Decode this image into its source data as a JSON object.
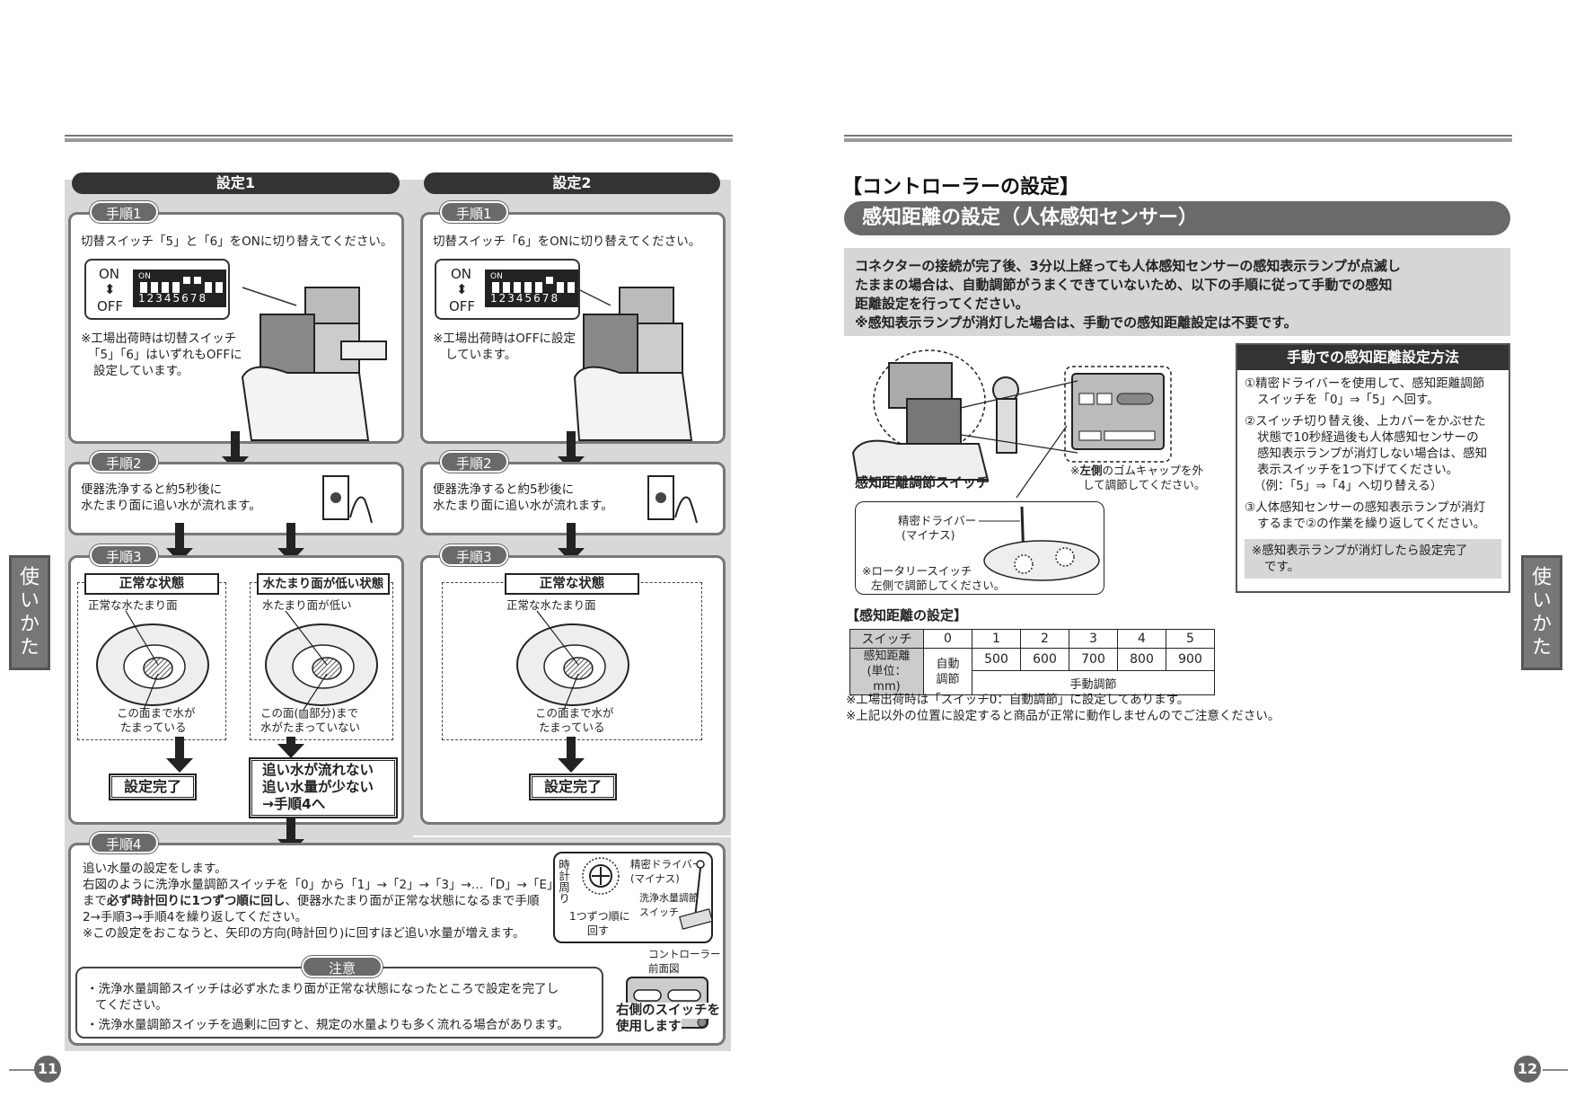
{
  "left": {
    "page_number": "11",
    "side_tab": "使いかた",
    "setting1": {
      "header": "設定1",
      "step1": {
        "tag": "手順1",
        "instruction": "切替スイッチ「5」と「6」をONに切り替えてください。",
        "dip_on": "ON",
        "dip_off": "OFF",
        "dip_label_on": "ON",
        "dip_numbers": "12345678",
        "note_line1": "※工場出荷時は切替スイッチ",
        "note_line2": "「5」「6」はいずれもOFFに",
        "note_line3": "設定しています。"
      },
      "step2": {
        "tag": "手順2",
        "line1": "便器洗浄すると約5秒後に",
        "line2": "水たまり面に追い水が流れます。"
      },
      "step3": {
        "tag": "手順3",
        "normal_label": "正常な状態",
        "normal_caption": "正常な水たまり面",
        "normal_bottom1": "この面まで水が",
        "normal_bottom2": "たまっている",
        "low_label": "水たまり面が低い状態",
        "low_caption": "水たまり面が低い",
        "low_bottom1": "この面(▨部分)まで",
        "low_bottom2": "水がたまっていない",
        "done": "設定完了",
        "next_line1": "追い水が流れない",
        "next_line2": "追い水量が少ない",
        "next_line3": "→手順4へ"
      }
    },
    "setting2": {
      "header": "設定2",
      "step1": {
        "tag": "手順1",
        "instruction": "切替スイッチ「6」をONに切り替えてください。",
        "note_line1": "※工場出荷時はOFFに設定",
        "note_line2": "しています。"
      },
      "step2": {
        "tag": "手順2",
        "line1": "便器洗浄すると約5秒後に",
        "line2": "水たまり面に追い水が流れます。"
      },
      "step3": {
        "tag": "手順3",
        "normal_label": "正常な状態",
        "normal_caption": "正常な水たまり面",
        "normal_bottom1": "この面まで水が",
        "normal_bottom2": "たまっている",
        "done": "設定完了"
      }
    },
    "step4": {
      "tag": "手順4",
      "line1": "追い水量の設定をします。",
      "line2": "右図のように洗浄水量調節スイッチを「0」から「1」→「2」→「3」→…「D」→「E」→「F」",
      "line3a": "まで",
      "line3b": "必ず時計回りに1つずつ順に回し",
      "line3c": "、便器水たまり面が正常な状態になるまで手順",
      "line4": "2→手順3→手順4を繰り返してください。",
      "line5": "※この設定をおこなうと、矢印の方向(時計回り)に回すほど追い水量が増えます。",
      "dial_left": "時計周り",
      "dial_bottom1": "1つずつ順に",
      "dial_bottom2": "回す",
      "driver_label1": "精密ドライバー",
      "driver_label2": "(マイナス)",
      "switch_label1": "洗浄水量調節",
      "switch_label2": "スイッチ",
      "controller1": "コントローラー",
      "controller2": "前面図",
      "use_right1": "右側のスイッチを",
      "use_right2": "使用します",
      "caution_tag": "注意",
      "caution1a": "・洗浄水量調節スイッチは必ず水たまり面が正常な状態になったところで設定を完了し",
      "caution1b": "てください。",
      "caution2": "・洗浄水量調節スイッチを過剰に回すと、規定の水量よりも多く流れる場合があります。"
    }
  },
  "right": {
    "page_number": "12",
    "side_tab": "使いかた",
    "title1": "【コントローラーの設定】",
    "title2": "感知距離の設定（人体感知センサー）",
    "intro1": "コネクターの接続が完了後、3分以上経っても人体感知センサーの感知表示ランプが点滅し",
    "intro2": "たままの場合は、自動調節がうまくできていないため、以下の手順に従って手動での感知",
    "intro3": "距離設定を行ってください。",
    "intro4": "※感知表示ランプが消灯した場合は、手動での感知距離設定は不要です。",
    "diagram_switch_label": "感知距離調節スイッチ",
    "cap_note1a": "※",
    "cap_note1b": "左側",
    "cap_note1c": "のゴムキャップを外",
    "cap_note2": "して調節してください。",
    "driver1": "精密ドライバー",
    "driver2": "(マイナス)",
    "rotary1": "※ロータリースイッチ",
    "rotary2": "左側で調節してください。",
    "method": {
      "header": "手動での感知距離設定方法",
      "s1a": "①精密ドライバーを使用して、感知距離調節",
      "s1b": "スイッチを「0」⇒「5」へ回す。",
      "s2a": "②スイッチ切り替え後、上カバーをかぶせた",
      "s2b": "状態で10秒経過後も人体感知センサーの",
      "s2c": "感知表示ランプが消灯しない場合は、感知",
      "s2d": "表示スイッチを1つ下げてください。",
      "s2e": "（例：「5」⇒「4」へ切り替える）",
      "s3a": "③人体感知センサーの感知表示ランプが消灯",
      "s3b": "するまで②の作業を繰り返してください。",
      "note1": "※感知表示ランプが消灯したら設定完了",
      "note2": "です。"
    },
    "table_title": "【感知距離の設定】",
    "table": {
      "h_switch": "スイッチ",
      "cols": [
        "0",
        "1",
        "2",
        "3",
        "4",
        "5"
      ],
      "row_label1": "感知距離",
      "row_label2": "(単位：mm)",
      "auto1": "自動",
      "auto2": "調節",
      "values": [
        "500",
        "600",
        "700",
        "800",
        "900"
      ],
      "manual": "手動調節"
    },
    "foot1": "※工場出荷時は「スイッチ0：自動調節」に設定してあります。",
    "foot2": "※上記以外の位置に設定すると商品が正常に動作しませんのでご注意ください。"
  }
}
